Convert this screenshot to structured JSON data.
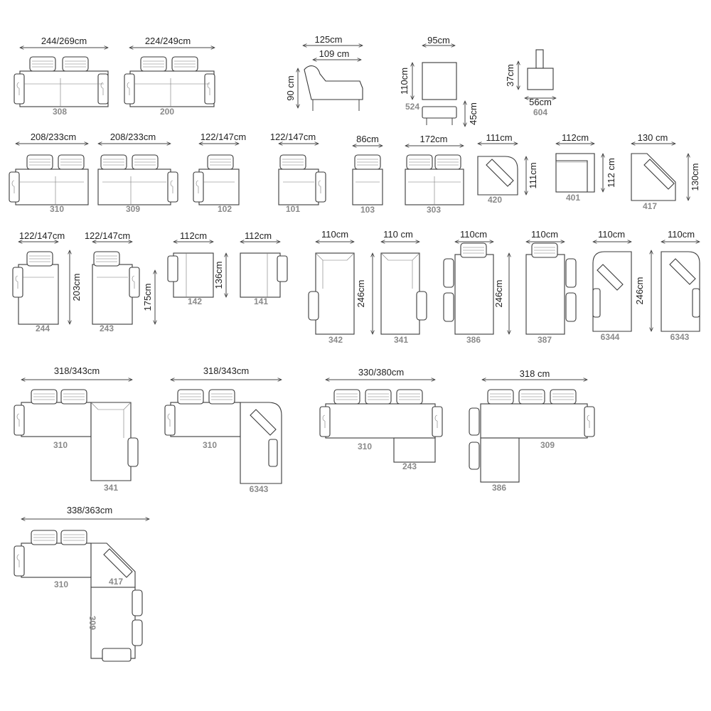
{
  "items": [
    {
      "dims": [
        "244/269cm"
      ],
      "code": "308"
    },
    {
      "dims": [
        "224/249cm"
      ],
      "code": "200"
    },
    {
      "dims": [
        "125cm",
        "109 cm",
        "90 cm"
      ],
      "code": ""
    },
    {
      "dims": [
        "95cm",
        "110cm",
        "45cm"
      ],
      "code": "524"
    },
    {
      "dims": [
        "37cm",
        "56cm"
      ],
      "code": "604"
    },
    {
      "dims": [
        "208/233cm"
      ],
      "code": "310"
    },
    {
      "dims": [
        "208/233cm"
      ],
      "code": "309"
    },
    {
      "dims": [
        "122/147cm"
      ],
      "code": "102"
    },
    {
      "dims": [
        "122/147cm"
      ],
      "code": "101"
    },
    {
      "dims": [
        "86cm"
      ],
      "code": "103"
    },
    {
      "dims": [
        "172cm"
      ],
      "code": "303"
    },
    {
      "dims": [
        "111cm",
        "111cm"
      ],
      "code": "420"
    },
    {
      "dims": [
        "112cm",
        "112 cm"
      ],
      "code": "401"
    },
    {
      "dims": [
        "130 cm",
        "130cm"
      ],
      "code": "417"
    },
    {
      "dims": [
        "122/147cm",
        "203cm"
      ],
      "code": "244"
    },
    {
      "dims": [
        "122/147cm",
        "175cm"
      ],
      "code": "243"
    },
    {
      "dims": [
        "112cm",
        "136cm"
      ],
      "code": "142"
    },
    {
      "dims": [
        "112cm"
      ],
      "code": "141"
    },
    {
      "dims": [
        "110cm",
        "246cm"
      ],
      "code": "342"
    },
    {
      "dims": [
        "110 cm"
      ],
      "code": "341"
    },
    {
      "dims": [
        "110cm",
        "246cm"
      ],
      "code": "386"
    },
    {
      "dims": [
        "110cm"
      ],
      "code": "387"
    },
    {
      "dims": [
        "110cm",
        "246cm"
      ],
      "code": "6344"
    },
    {
      "dims": [
        "110cm"
      ],
      "code": "6343"
    }
  ],
  "compositions": [
    {
      "dims": [
        "318/343cm"
      ],
      "codes": [
        "310",
        "341"
      ]
    },
    {
      "dims": [
        "318/343cm"
      ],
      "codes": [
        "310",
        "6343"
      ]
    },
    {
      "dims": [
        "330/380cm"
      ],
      "codes": [
        "310",
        "243"
      ]
    },
    {
      "dims": [
        "318 cm"
      ],
      "codes": [
        "309",
        "386"
      ]
    },
    {
      "dims": [
        "338/363cm"
      ],
      "codes": [
        "310",
        "417",
        "309"
      ]
    }
  ]
}
